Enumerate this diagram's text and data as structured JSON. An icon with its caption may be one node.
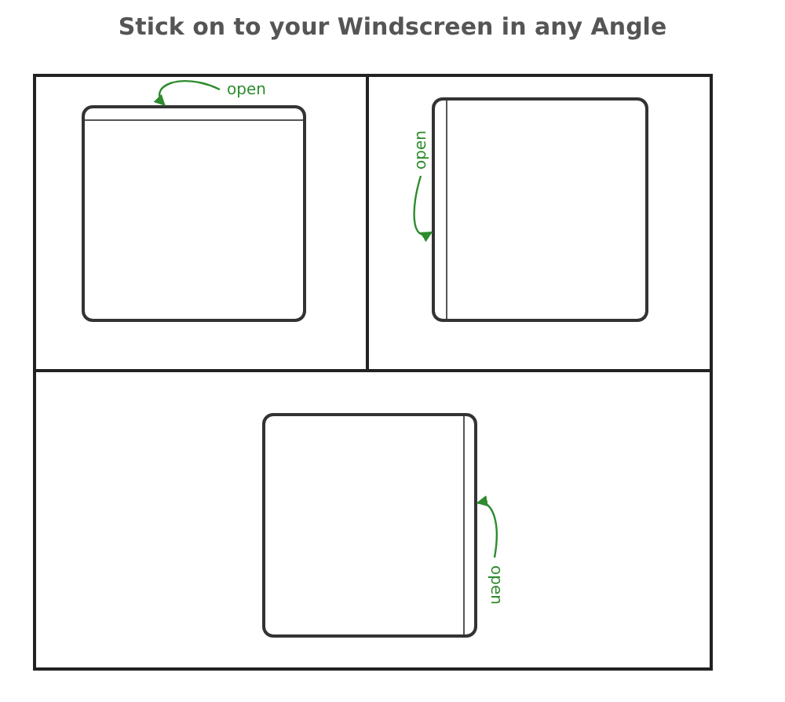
{
  "diagram": {
    "title": "Stick on to your Windscreen in any Angle",
    "nodes": [
      {
        "text": [],
        "shape": "box"
      },
      {
        "text": [
          "open"
        ],
        "in": 0
      },
      {
        "text": [],
        "shape": "box",
        "in": 0
      },
      {
        "text": [],
        "shape": "box"
      },
      {
        "text": [
          "open"
        ],
        "in": 3
      },
      {
        "text": [],
        "shape": "box",
        "in": 3
      },
      {
        "text": [],
        "shape": "box"
      },
      {
        "text": [],
        "shape": "box",
        "in": 6
      },
      {
        "text": [
          "open"
        ],
        "in": 6
      }
    ],
    "edges": [
      {
        "from": 1,
        "to": 2,
        "arrow": "to"
      },
      {
        "from": 4,
        "to": 5,
        "arrow": "to"
      },
      {
        "from": 8,
        "to": 7,
        "arrow": "to"
      }
    ]
  }
}
